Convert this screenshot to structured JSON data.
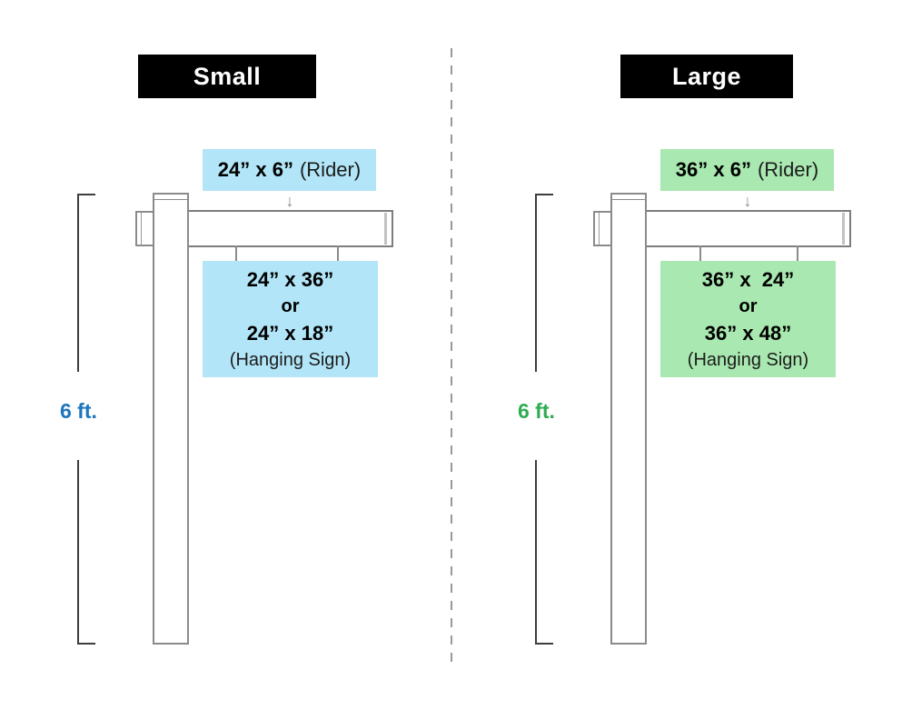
{
  "divider": {
    "color": "#999999",
    "style": "dashed"
  },
  "figures": [
    {
      "id": "small",
      "header_label": "Small",
      "header_bg": "#000000",
      "header_text_color": "#ffffff",
      "accent_bg": "#b2e5f7",
      "height_label": "6 ft.",
      "height_label_color": "#1b76bd",
      "down_arrow_icon": "↓",
      "rider_size": "24” x 6”",
      "rider_label": "(Rider)",
      "hanging_size_a": "24” x 36”",
      "hanging_conj": "or",
      "hanging_size_b": "24” x 18”",
      "hanging_label": "(Hanging Sign)"
    },
    {
      "id": "large",
      "header_label": "Large",
      "header_bg": "#000000",
      "header_text_color": "#ffffff",
      "accent_bg": "#a9e8b0",
      "height_label": "6 ft.",
      "height_label_color": "#2fad52",
      "down_arrow_icon": "↓",
      "rider_size": "36” x 6”",
      "rider_label": "(Rider)",
      "hanging_size_a": "36” x  24”",
      "hanging_conj": "or",
      "hanging_size_b": "36” x 48”",
      "hanging_label": "(Hanging Sign)"
    }
  ]
}
